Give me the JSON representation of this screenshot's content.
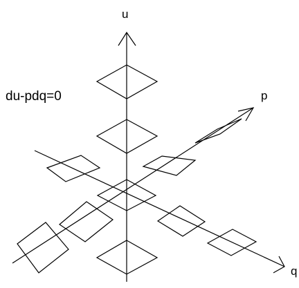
{
  "equation": "du-pdq=0",
  "axes": {
    "u_label": "u",
    "p_label": "p",
    "q_label": "q"
  },
  "colors": {
    "stroke": "#000000",
    "background": "#ffffff"
  }
}
